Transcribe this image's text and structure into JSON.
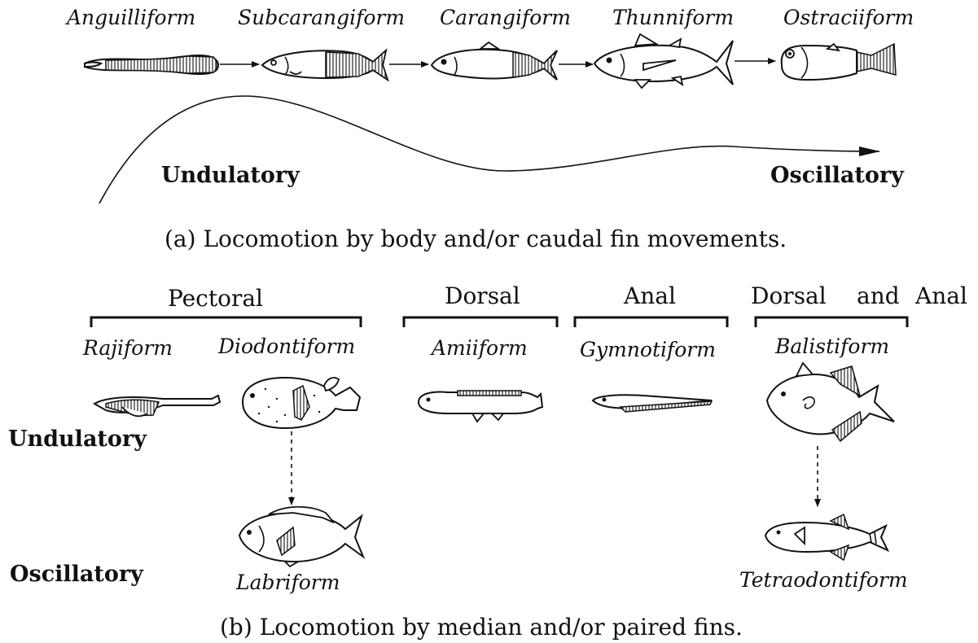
{
  "part_a": {
    "fish_types": [
      "Anguilliform",
      "Subcarangiform",
      "Carangiform",
      "Thunniform",
      "Ostraciiform"
    ],
    "left_label": "Undulatory",
    "right_label": "Oscillatory",
    "caption": "(a) Locomotion by body and/or caudal fin movements."
  },
  "part_b": {
    "fin_groups": {
      "pectoral": "Pectoral",
      "dorsal": "Dorsal",
      "anal": "Anal",
      "dorsal_and_anal": [
        "Dorsal",
        "and",
        "Anal"
      ]
    },
    "types": {
      "rajiform": "Rajiform",
      "diodontiform": "Diodontiform",
      "amiiform": "Amiiform",
      "gymnotiform": "Gymnotiform",
      "balistiform": "Balistiform",
      "labriform": "Labriform",
      "tetraodontiform": "Tetraodontiform"
    },
    "row_labels": {
      "undulatory": "Undulatory",
      "oscillatory": "Oscillatory"
    },
    "caption": "(b) Locomotion by median and/or paired fins."
  }
}
